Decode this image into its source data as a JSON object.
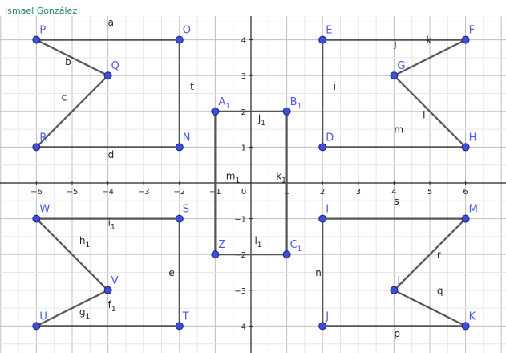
{
  "author": "Ismael González",
  "colors": {
    "author": "#2e8b57",
    "segment": "#555555",
    "point_fill": "#3d4ed8",
    "point_stroke": "#1a237e",
    "point_label": "#4a5ae0",
    "grid_minor": "#e6e6e6",
    "grid_major": "#c0c0c0",
    "axis": "#222222"
  },
  "axes": {
    "x_ticks": [
      -6,
      -5,
      -4,
      -3,
      -2,
      -1,
      0,
      1,
      2,
      3,
      4,
      5,
      6
    ],
    "y_ticks": [
      -4,
      -3,
      -2,
      -1,
      1,
      2,
      3,
      4
    ],
    "x_tick_labels": [
      "−6",
      "−5",
      "−4",
      "−3",
      "−2",
      "−1",
      "0",
      "1",
      "2",
      "3",
      "4",
      "5",
      "6"
    ],
    "y_tick_labels": [
      "−4",
      "−3",
      "−2",
      "−1",
      "1",
      "2",
      "3",
      "4"
    ]
  },
  "points": [
    {
      "name": "P",
      "sub": "",
      "x": -6,
      "y": 4
    },
    {
      "name": "O",
      "sub": "",
      "x": -2,
      "y": 4
    },
    {
      "name": "Q",
      "sub": "",
      "x": -4,
      "y": 3
    },
    {
      "name": "R",
      "sub": "",
      "x": -6,
      "y": 1
    },
    {
      "name": "N",
      "sub": "",
      "x": -2,
      "y": 1
    },
    {
      "name": "A",
      "sub": "1",
      "x": -1,
      "y": 2
    },
    {
      "name": "B",
      "sub": "1",
      "x": 1,
      "y": 2
    },
    {
      "name": "Z",
      "sub": "",
      "x": -1,
      "y": -2
    },
    {
      "name": "C",
      "sub": "1",
      "x": 1,
      "y": -2
    },
    {
      "name": "E",
      "sub": "",
      "x": 2,
      "y": 4
    },
    {
      "name": "F",
      "sub": "",
      "x": 6,
      "y": 4
    },
    {
      "name": "G",
      "sub": "",
      "x": 4,
      "y": 3
    },
    {
      "name": "D",
      "sub": "",
      "x": 2,
      "y": 1
    },
    {
      "name": "H",
      "sub": "",
      "x": 6,
      "y": 1
    },
    {
      "name": "W",
      "sub": "",
      "x": -6,
      "y": -1
    },
    {
      "name": "S",
      "sub": "",
      "x": -2,
      "y": -1
    },
    {
      "name": "V",
      "sub": "",
      "x": -4,
      "y": -3
    },
    {
      "name": "U",
      "sub": "",
      "x": -6,
      "y": -4
    },
    {
      "name": "T",
      "sub": "",
      "x": -2,
      "y": -4
    },
    {
      "name": "I",
      "sub": "",
      "x": 2,
      "y": -1
    },
    {
      "name": "M",
      "sub": "",
      "x": 6,
      "y": -1
    },
    {
      "name": "L",
      "sub": "",
      "x": 4,
      "y": -3
    },
    {
      "name": "J",
      "sub": "",
      "x": 2,
      "y": -4
    },
    {
      "name": "K",
      "sub": "",
      "x": 6,
      "y": -4
    }
  ],
  "segments": [
    {
      "name": "a",
      "sub": "",
      "from": "P",
      "to": "O",
      "label_x": -4,
      "label_y": 4.4
    },
    {
      "name": "b",
      "sub": "",
      "from": "P",
      "to": "Q",
      "label_x": -5.2,
      "label_y": 3.3
    },
    {
      "name": "c",
      "sub": "",
      "from": "Q",
      "to": "R",
      "label_x": -5.3,
      "label_y": 2.3
    },
    {
      "name": "d",
      "sub": "",
      "from": "R",
      "to": "N",
      "label_x": -4,
      "label_y": 0.7
    },
    {
      "name": "t",
      "sub": "",
      "from": "O",
      "to": "N",
      "label_x": -1.7,
      "label_y": 2.6
    },
    {
      "name": "j",
      "sub": "1",
      "from": "A1",
      "to": "B1",
      "label_x": 0.2,
      "label_y": 1.7
    },
    {
      "name": "k",
      "sub": "1",
      "from": "B1",
      "to": "C1",
      "label_x": 0.7,
      "label_y": 0.1
    },
    {
      "name": "l",
      "sub": "1",
      "from": "C1",
      "to": "Z",
      "label_x": 0.1,
      "label_y": -1.7
    },
    {
      "name": "m",
      "sub": "1",
      "from": "Z",
      "to": "A1",
      "label_x": -0.7,
      "label_y": 0.1
    },
    {
      "name": "i",
      "sub": "",
      "from": "E",
      "to": "D",
      "label_x": 2.3,
      "label_y": 2.6
    },
    {
      "name": "j",
      "sub": "",
      "from": "E",
      "to": "F",
      "label_x": 4,
      "label_y": 3.8
    },
    {
      "name": "k",
      "sub": "",
      "from": "F",
      "to": "G",
      "label_x": 4.9,
      "label_y": 3.9
    },
    {
      "name": "l",
      "sub": "",
      "from": "G",
      "to": "H",
      "label_x": 4.8,
      "label_y": 1.8
    },
    {
      "name": "m",
      "sub": "",
      "from": "D",
      "to": "H",
      "label_x": 4,
      "label_y": 1.4
    },
    {
      "name": "s",
      "sub": "",
      "from": "I",
      "to": "M",
      "label_x": 4,
      "label_y": -0.6
    },
    {
      "name": "i",
      "sub": "1",
      "from": "W",
      "to": "S",
      "label_x": -4,
      "label_y": -1.2
    },
    {
      "name": "h",
      "sub": "1",
      "from": "W",
      "to": "V",
      "label_x": -4.8,
      "label_y": -1.7
    },
    {
      "name": "e",
      "sub": "",
      "from": "S",
      "to": "T",
      "label_x": -2.3,
      "label_y": -2.6
    },
    {
      "name": "g",
      "sub": "1",
      "from": "V",
      "to": "U",
      "label_x": -4.8,
      "label_y": -3.7
    },
    {
      "name": "f",
      "sub": "1",
      "from": "U",
      "to": "T",
      "label_x": -4,
      "label_y": -3.5
    },
    {
      "name": "n",
      "sub": "",
      "from": "I",
      "to": "J",
      "label_x": 1.8,
      "label_y": -2.6
    },
    {
      "name": "r",
      "sub": "",
      "from": "M",
      "to": "L",
      "label_x": 5.2,
      "label_y": -2.1
    },
    {
      "name": "q",
      "sub": "",
      "from": "L",
      "to": "K",
      "label_x": 5.2,
      "label_y": -3.1
    },
    {
      "name": "p",
      "sub": "",
      "from": "J",
      "to": "K",
      "label_x": 4,
      "label_y": -4.3
    }
  ]
}
